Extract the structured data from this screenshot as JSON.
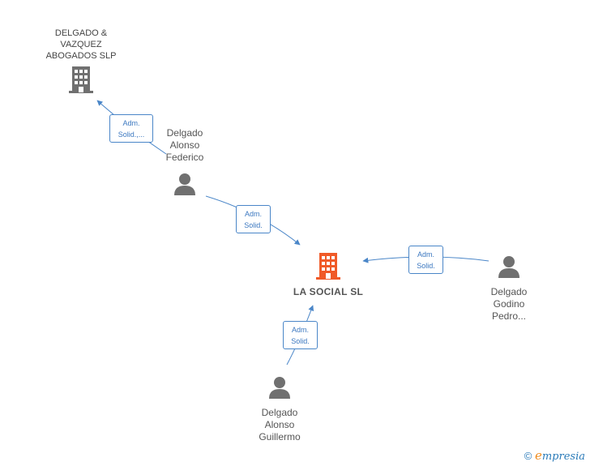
{
  "nodes": {
    "company_top": {
      "name_line1": "DELGADO &",
      "name_line2": "VAZQUEZ",
      "name_line3": "ABOGADOS SLP",
      "icon": "building-icon",
      "color": "#707070"
    },
    "person_federico": {
      "name": "Delgado\nAlonso\nFederico",
      "icon": "person-icon"
    },
    "center_company": {
      "name": "LA SOCIAL SL",
      "icon": "building-icon",
      "color": "#f05a28"
    },
    "person_pedro": {
      "name": "Delgado\nGodino\nPedro...",
      "icon": "person-icon"
    },
    "person_guillermo": {
      "name": "Delgado\nAlonso\nGuillermo",
      "icon": "person-icon"
    }
  },
  "relations": [
    {
      "line1": "Adm.",
      "line2": "Solid.,..."
    },
    {
      "line1": "Adm.",
      "line2": "Solid."
    },
    {
      "line1": "Adm.",
      "line2": "Solid."
    },
    {
      "line1": "Adm.",
      "line2": "Solid."
    }
  ],
  "colors": {
    "link": "#4a86c8",
    "person": "#707070"
  },
  "footer": {
    "copyright": "©",
    "brand_initial": "e",
    "brand_rest": "mpresia"
  }
}
